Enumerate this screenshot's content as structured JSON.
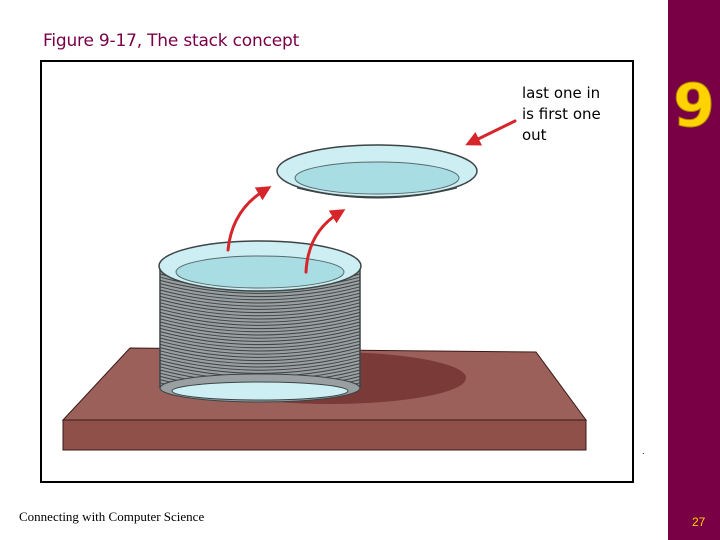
{
  "figure": {
    "title": "Figure 9-17, The stack concept",
    "callout": [
      "last one in",
      "is first one",
      "out"
    ]
  },
  "sidebar": {
    "chapter_number": "9"
  },
  "footer": {
    "course_title": "Connecting with Computer Science",
    "slide_number": "27"
  },
  "colors": {
    "sidebar": "#7a0046",
    "chapter_badge": "#ffd200",
    "title": "#7a0046",
    "arrow": "#d6262b",
    "table_top": "#9b605a",
    "table_edge": "#8e5048",
    "plate_fill": "#cdeef2",
    "plate_inner": "#a9dde4"
  },
  "icons": [
    "plate-stack-icon",
    "single-plate-icon",
    "table-icon",
    "arrow-icon"
  ]
}
